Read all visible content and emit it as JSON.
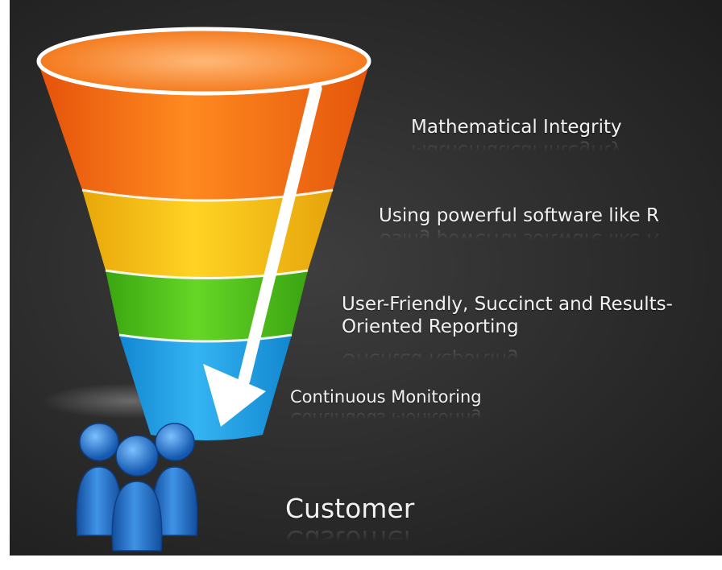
{
  "funnel": {
    "stages": [
      {
        "label": "Mathematical Integrity",
        "color": "#ff7a1a"
      },
      {
        "label": "Using powerful software like R",
        "color": "#f7c412"
      },
      {
        "label_line1": "User-Friendly, Succinct and Results-",
        "label_line2": "Oriented Reporting",
        "color": "#55c41c"
      },
      {
        "label": "Continuous Monitoring",
        "color": "#1ea0e6"
      }
    ],
    "arrow_color": "#ffffff"
  },
  "customer": {
    "label": "Customer",
    "icon": "people-group-icon",
    "color": "#1f6fc9"
  }
}
